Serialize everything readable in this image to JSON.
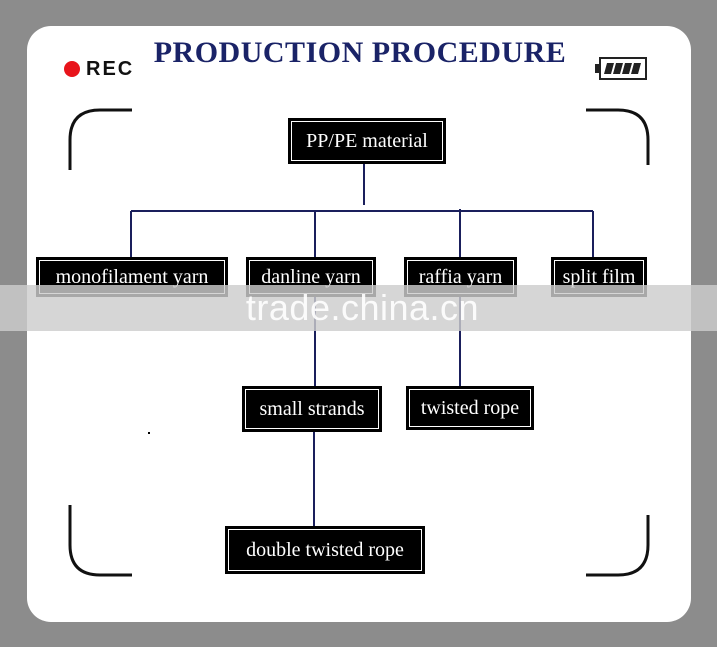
{
  "header": {
    "rec_label": "REC",
    "title": "PRODUCTION PROCEDURE"
  },
  "nodes": {
    "root": "PP/PE material",
    "monofilament": "monofilament yarn",
    "danline": "danline yarn",
    "raffia": "raffia yarn",
    "split": "split film",
    "small_strands": "small strands",
    "twisted_rope": "twisted rope",
    "double_twisted": "double twisted rope"
  },
  "watermark": "trade.china.cn",
  "colors": {
    "background": "#8c8c8c",
    "card": "#ffffff",
    "title": "#1a2367",
    "rec_dot": "#e8141b",
    "connector": "#1a1f5c",
    "node_fill": "#000000"
  },
  "icons": [
    "rec-dot-icon",
    "battery-icon",
    "viewfinder-corner-icon"
  ]
}
